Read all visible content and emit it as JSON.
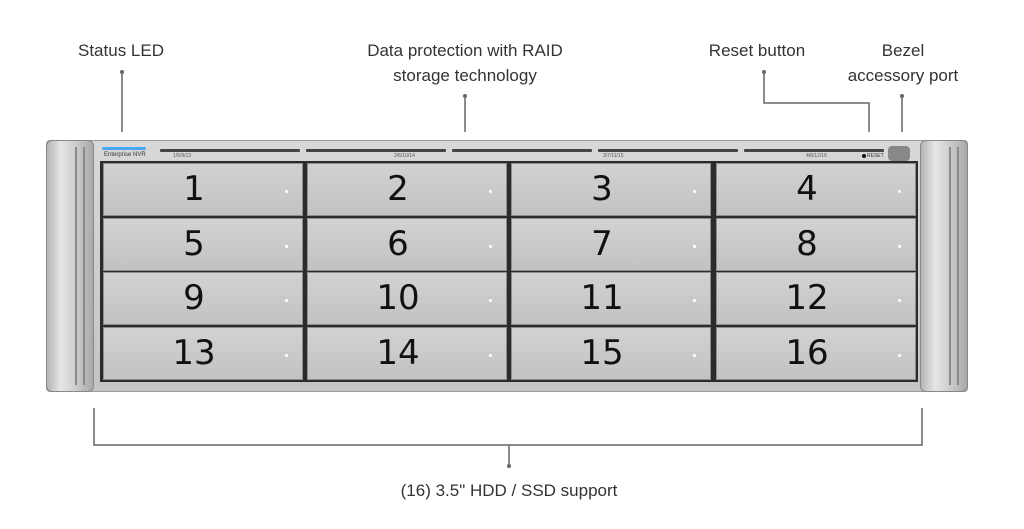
{
  "callouts": {
    "status_led": "Status LED",
    "data_protection_line1": "Data protection with RAID",
    "data_protection_line2": "storage technology",
    "reset_button": "Reset button",
    "bezel_line1": "Bezel",
    "bezel_line2": "accessory port",
    "drive_support": "(16) 3.5\" HDD / SSD support"
  },
  "device": {
    "brand_label": "Enterprise NVR",
    "slot_groups": [
      "1/5/9/13",
      "2/6/10/14",
      "3/7/11/15",
      "4/8/12/16"
    ],
    "reset_label": "RESET",
    "status_led_color": "#4aa8f0",
    "drives": [
      "1",
      "2",
      "3",
      "4",
      "5",
      "6",
      "7",
      "8",
      "9",
      "10",
      "11",
      "12",
      "13",
      "14",
      "15",
      "16"
    ]
  }
}
